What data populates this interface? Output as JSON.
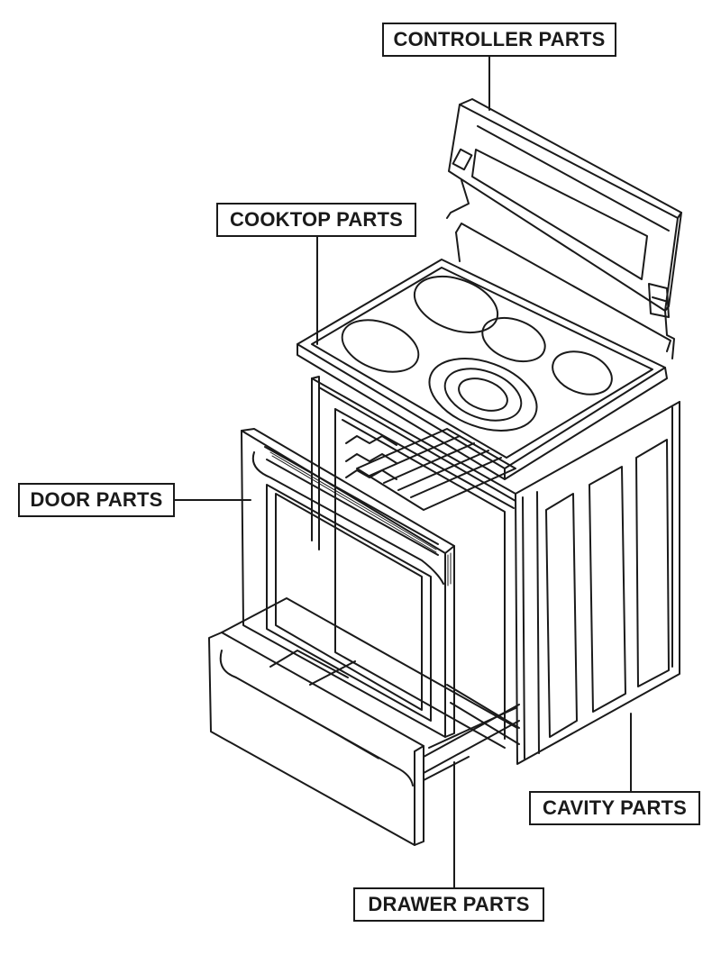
{
  "labels": {
    "controller": "CONTROLLER PARTS",
    "cooktop": "COOKTOP PARTS",
    "door": "DOOR PARTS",
    "cavity": "CAVITY PARTS",
    "drawer": "DRAWER PARTS"
  },
  "colors": {
    "line": "#1a1a1a",
    "background": "#ffffff"
  }
}
